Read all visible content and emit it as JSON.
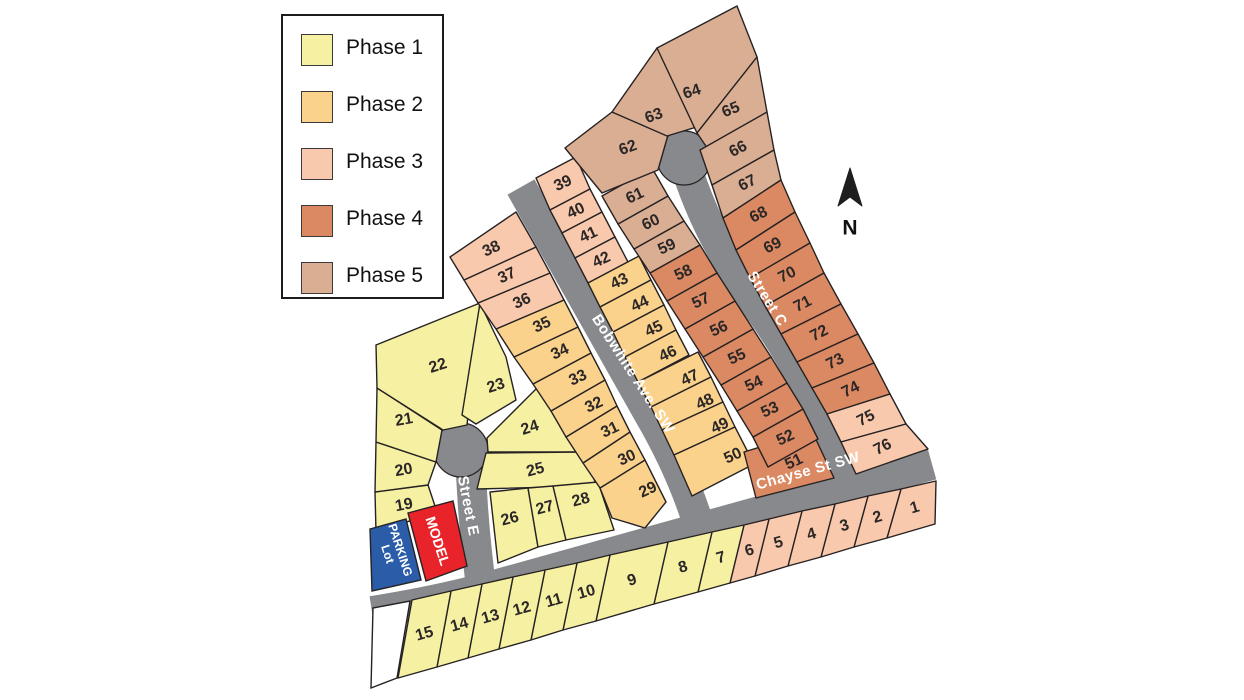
{
  "legend": {
    "items": [
      {
        "label": "Phase 1",
        "color_key": "phase1"
      },
      {
        "label": "Phase 2",
        "color_key": "phase2"
      },
      {
        "label": "Phase 3",
        "color_key": "phase3"
      },
      {
        "label": "Phase 4",
        "color_key": "phase4"
      },
      {
        "label": "Phase 5",
        "color_key": "phase5"
      }
    ]
  },
  "compass": {
    "label": "N"
  },
  "colors": {
    "phase1": "#f6f0a2",
    "phase2": "#fbd28c",
    "phase3": "#f9c9ad",
    "phase4": "#db8962",
    "phase5": "#d9ae93",
    "street": "#87898c",
    "outline": "#262223",
    "lot_number": "#2b2727",
    "model": "#e8232a",
    "parking": "#2b5ca8",
    "white_lot": "#ffffff"
  },
  "map": {
    "streets": [
      {
        "id": "bobwhite",
        "name": "Bobwhite Ave. SW"
      },
      {
        "id": "street-c",
        "name": "Street C"
      },
      {
        "id": "street-e",
        "name": "Street E"
      },
      {
        "id": "chayse",
        "name": "Chayse St SW"
      }
    ],
    "special_lots": [
      {
        "id": "model",
        "label": "MODEL",
        "color_key": "model"
      },
      {
        "id": "parking",
        "label": "PARKING Lot",
        "color_key": "parking"
      }
    ],
    "lots": [
      {
        "n": 1,
        "phase": 3
      },
      {
        "n": 2,
        "phase": 3
      },
      {
        "n": 3,
        "phase": 3
      },
      {
        "n": 4,
        "phase": 3
      },
      {
        "n": 5,
        "phase": 3
      },
      {
        "n": 6,
        "phase": 3
      },
      {
        "n": 7,
        "phase": 1
      },
      {
        "n": 8,
        "phase": 1
      },
      {
        "n": 9,
        "phase": 1
      },
      {
        "n": 10,
        "phase": 1
      },
      {
        "n": 11,
        "phase": 1
      },
      {
        "n": 12,
        "phase": 1
      },
      {
        "n": 13,
        "phase": 1
      },
      {
        "n": 14,
        "phase": 1
      },
      {
        "n": 15,
        "phase": 1
      },
      {
        "n": 19,
        "phase": 1
      },
      {
        "n": 20,
        "phase": 1
      },
      {
        "n": 21,
        "phase": 1
      },
      {
        "n": 22,
        "phase": 1
      },
      {
        "n": 23,
        "phase": 1
      },
      {
        "n": 24,
        "phase": 1
      },
      {
        "n": 25,
        "phase": 1
      },
      {
        "n": 26,
        "phase": 1
      },
      {
        "n": 27,
        "phase": 1
      },
      {
        "n": 28,
        "phase": 1
      },
      {
        "n": 29,
        "phase": 2
      },
      {
        "n": 30,
        "phase": 2
      },
      {
        "n": 31,
        "phase": 2
      },
      {
        "n": 32,
        "phase": 2
      },
      {
        "n": 33,
        "phase": 2
      },
      {
        "n": 34,
        "phase": 2
      },
      {
        "n": 35,
        "phase": 2
      },
      {
        "n": 36,
        "phase": 3
      },
      {
        "n": 37,
        "phase": 3
      },
      {
        "n": 38,
        "phase": 3
      },
      {
        "n": 39,
        "phase": 3
      },
      {
        "n": 40,
        "phase": 3
      },
      {
        "n": 41,
        "phase": 3
      },
      {
        "n": 42,
        "phase": 3
      },
      {
        "n": 43,
        "phase": 2
      },
      {
        "n": 44,
        "phase": 2
      },
      {
        "n": 45,
        "phase": 2
      },
      {
        "n": 46,
        "phase": 2
      },
      {
        "n": 47,
        "phase": 2
      },
      {
        "n": 48,
        "phase": 2
      },
      {
        "n": 49,
        "phase": 2
      },
      {
        "n": 50,
        "phase": 2
      },
      {
        "n": 51,
        "phase": 4
      },
      {
        "n": 52,
        "phase": 4
      },
      {
        "n": 53,
        "phase": 4
      },
      {
        "n": 54,
        "phase": 4
      },
      {
        "n": 55,
        "phase": 4
      },
      {
        "n": 56,
        "phase": 4
      },
      {
        "n": 57,
        "phase": 4
      },
      {
        "n": 58,
        "phase": 4
      },
      {
        "n": 59,
        "phase": 5
      },
      {
        "n": 60,
        "phase": 5
      },
      {
        "n": 61,
        "phase": 5
      },
      {
        "n": 62,
        "phase": 5
      },
      {
        "n": 63,
        "phase": 5
      },
      {
        "n": 64,
        "phase": 5
      },
      {
        "n": 65,
        "phase": 5
      },
      {
        "n": 66,
        "phase": 5
      },
      {
        "n": 67,
        "phase": 5
      },
      {
        "n": 68,
        "phase": 4
      },
      {
        "n": 69,
        "phase": 4
      },
      {
        "n": 70,
        "phase": 4
      },
      {
        "n": 71,
        "phase": 4
      },
      {
        "n": 72,
        "phase": 4
      },
      {
        "n": 73,
        "phase": 4
      },
      {
        "n": 74,
        "phase": 4
      },
      {
        "n": 75,
        "phase": 3
      },
      {
        "n": 76,
        "phase": 3
      }
    ]
  }
}
